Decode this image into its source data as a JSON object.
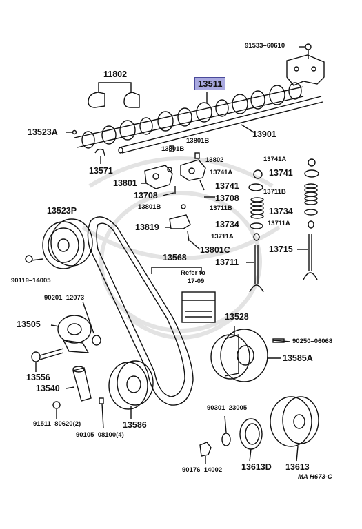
{
  "diagram": {
    "highlighted_part": "13511",
    "diagram_code": "MA H673-C",
    "refer_to": {
      "line1": "Refer to",
      "line2": "17-09"
    },
    "labels": {
      "p91533": "91533–60610",
      "p11802": "11802",
      "p13511": "13511",
      "p13523A": "13523A",
      "p13901": "13901",
      "p13571": "13571",
      "p13801B_a": "13801B",
      "p13801B_b": "13801B",
      "p13801B_c": "13801B",
      "p13802": "13802",
      "p13741A_a": "13741A",
      "p13741A_b": "13741A",
      "p13741_a": "13741",
      "p13741_b": "13741",
      "p13801": "13801",
      "p13708_a": "13708",
      "p13708_b": "13708",
      "p13711B_a": "13711B",
      "p13711B_b": "13711B",
      "p13734_a": "13734",
      "p13734_b": "13734",
      "p13711A_a": "13711A",
      "p13711A_b": "13711A",
      "p13523P": "13523P",
      "p13819": "13819",
      "p13801C": "13801C",
      "p13715": "13715",
      "p13711": "13711",
      "p13568": "13568",
      "p90119": "90119–14005",
      "p90201": "90201–12073",
      "p13505": "13505",
      "p13528": "13528",
      "p90250": "90250–06068",
      "p13585A": "13585A",
      "p13556": "13556",
      "p13540": "13540",
      "p91511": "91511–80620(2)",
      "p90105": "90105–08100(4)",
      "p13586": "13586",
      "p90301": "90301–23005",
      "p90176": "90176–14002",
      "p13613D": "13613D",
      "p13613": "13613"
    }
  }
}
